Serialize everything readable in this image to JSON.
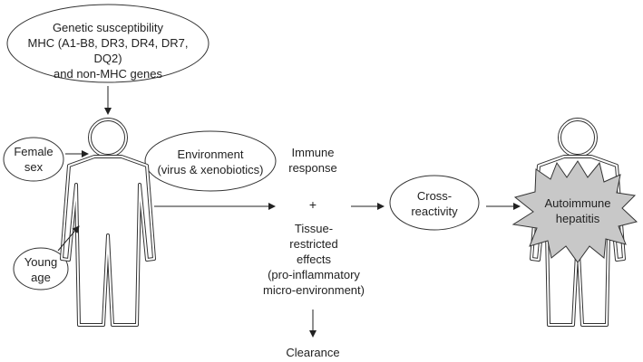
{
  "genetic": {
    "line1": "Genetic susceptibility",
    "line2": "MHC (A1-B8, DR3, DR4, DR7, DQ2)",
    "line3": "and non-MHC genes"
  },
  "female": {
    "line1": "Female",
    "line2": "sex"
  },
  "young": {
    "line1": "Young",
    "line2": "age"
  },
  "environment": {
    "line1": "Environment",
    "line2": "(virus & xenobiotics)"
  },
  "immune": {
    "line1": "Immune",
    "line2": "response"
  },
  "plus": "+",
  "tissue": {
    "line1": "Tissue-",
    "line2": "restricted",
    "line3": "effects",
    "line4": "(pro-inflammatory",
    "line5": "micro-environment)"
  },
  "clearance": "Clearance",
  "cross": {
    "line1": "Cross-",
    "line2": "reactivity"
  },
  "autoimmune": {
    "line1": "Autoimmune",
    "line2": "hepatitis",
    "fill": "#c8c8c8"
  }
}
